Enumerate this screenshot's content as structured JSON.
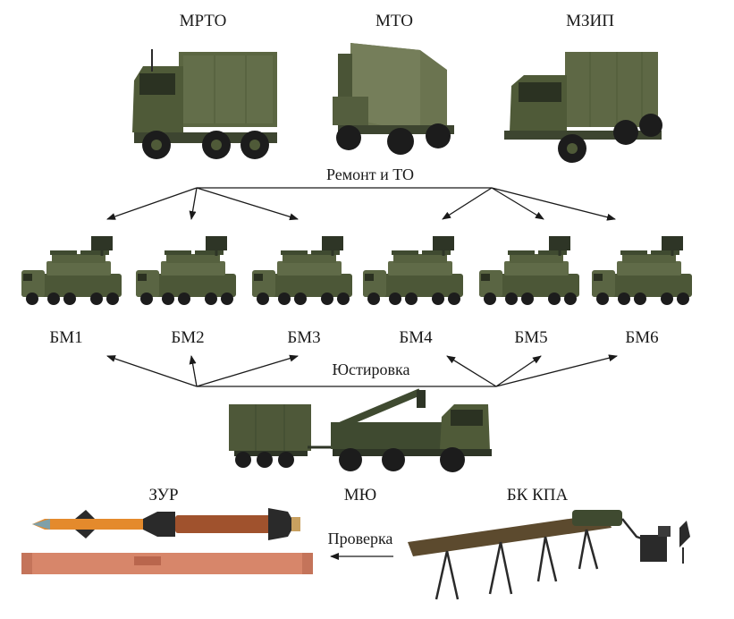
{
  "support": {
    "mrto": "МРТО",
    "mto": "МТО",
    "mzip": "МЗИП"
  },
  "repair_label": "Ремонт и ТО",
  "combat_vehicles": [
    "БМ1",
    "БМ2",
    "БМ3",
    "БМ4",
    "БМ5",
    "БМ6"
  ],
  "alignment_label": "Юстировка",
  "bottom": {
    "zur": "ЗУР",
    "myu": "МЮ",
    "bk_kpa": "БК КПА",
    "check_label": "Проверка"
  },
  "colors": {
    "olive_dark": "#3f4a30",
    "olive": "#56613f",
    "olive_light": "#727c58",
    "wheel": "#1c1c1c",
    "missile_orange": "#e48a2c",
    "canister": "#d7866a"
  }
}
